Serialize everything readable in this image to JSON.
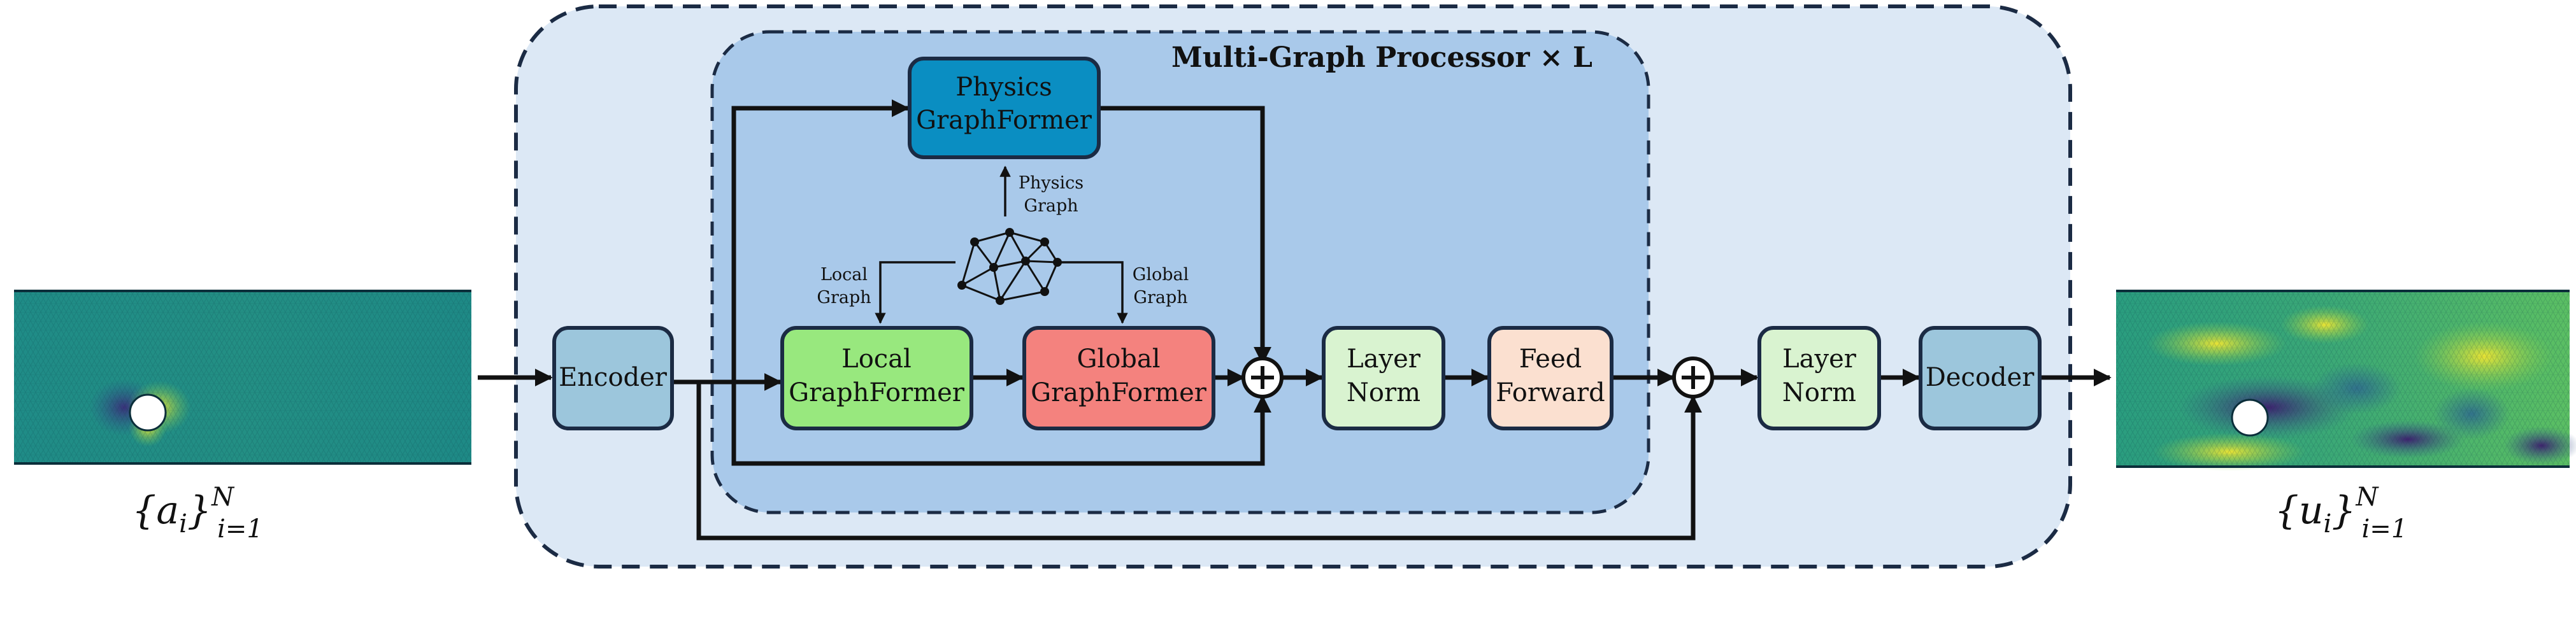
{
  "outer_frame": {
    "fill": "#dce8f5"
  },
  "processor": {
    "title": "Multi-Graph Processor × L",
    "fill": "#a9c9ea"
  },
  "input": {
    "label_main": "{a",
    "label_sub_i": "i",
    "label_close": "}",
    "label_sup": "N",
    "label_range": "i=1"
  },
  "output": {
    "label_main": "{u",
    "label_sub_i": "i",
    "label_close": "}",
    "label_sup": "N",
    "label_range": "i=1"
  },
  "blocks": {
    "encoder": {
      "label": "Encoder",
      "fill": "#9cc6dc"
    },
    "decoder": {
      "label": "Decoder",
      "fill": "#9cc6dc"
    },
    "physics": {
      "line1": "Physics",
      "line2": "GraphFormer",
      "fill": "#0a8ec2"
    },
    "local": {
      "line1": "Local",
      "line2": "GraphFormer",
      "fill": "#98e87e"
    },
    "global": {
      "line1": "Global",
      "line2": "GraphFormer",
      "fill": "#f4827e"
    },
    "layernorm1": {
      "line1": "Layer",
      "line2": "Norm",
      "fill": "#d9f3d0"
    },
    "feedforward": {
      "line1": "Feed",
      "line2": "Forward",
      "fill": "#fbe0d0"
    },
    "layernorm2": {
      "line1": "Layer",
      "line2": "Norm",
      "fill": "#d9f3d0"
    }
  },
  "graph_labels": {
    "physics_line1": "Physics",
    "physics_line2": "Graph",
    "local_line1": "Local",
    "local_line2": "Graph",
    "global_line1": "Global",
    "global_line2": "Graph"
  },
  "icons": {
    "add": "circled-plus-icon",
    "graph": "graph-network-icon",
    "input_field": "flow-field-input",
    "output_field": "flow-field-output"
  }
}
